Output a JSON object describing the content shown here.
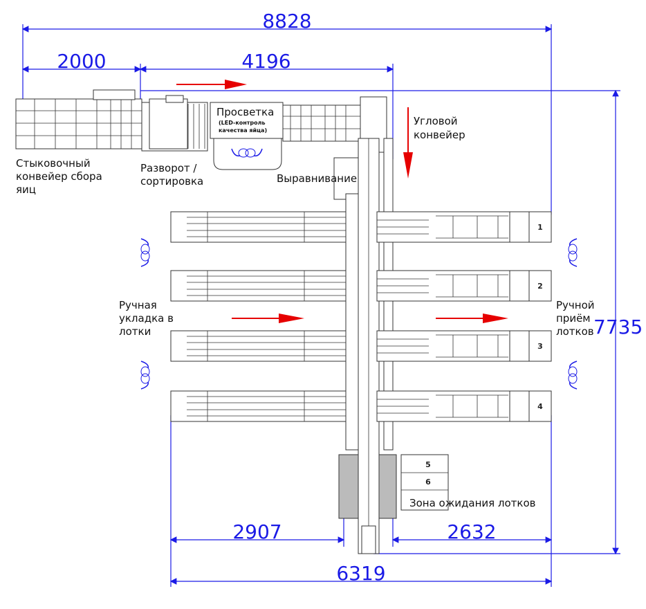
{
  "dimensions": {
    "total_width": "8828",
    "docking_length": "2000",
    "main_line_length": "4196",
    "total_height": "7735",
    "left_width": "2907",
    "right_width": "2632",
    "lane_width": "6319"
  },
  "labels": {
    "docking_conveyor": [
      "Стыковочный",
      "конвейер сбора",
      "яиц"
    ],
    "turn_sort": [
      "Разворот /",
      "сортировка"
    ],
    "candling_title": "Просветка",
    "candling_sub": [
      "(LED-контроль",
      "качества яйца)"
    ],
    "alignment": "Выравнивание",
    "corner_conveyor": [
      "Угловой",
      "конвейер"
    ],
    "manual_loading": [
      "Ручная",
      "укладка в",
      "лотки"
    ],
    "manual_receiving": [
      "Ручной",
      "приём",
      "лотков"
    ],
    "waiting_zone": "Зона ожидания лотков"
  },
  "lanes": [
    "1",
    "2",
    "3",
    "4"
  ],
  "waiting_slots": [
    "5",
    "6"
  ],
  "colors": {
    "dimension": "#1a1ae6",
    "flow_arrow": "#e60000",
    "equipment": "#333333"
  }
}
